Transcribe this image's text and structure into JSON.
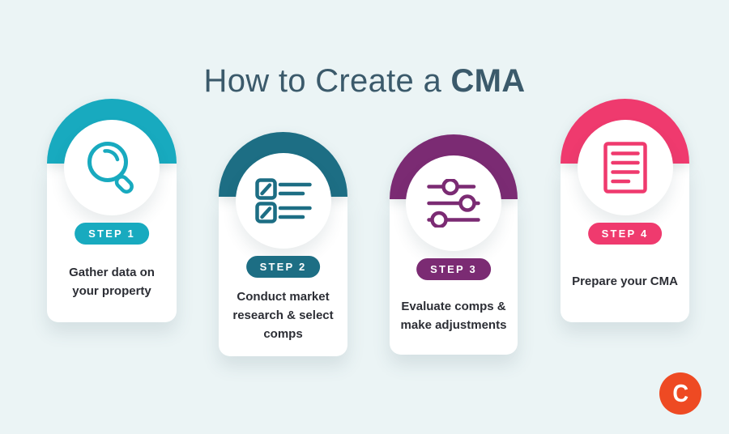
{
  "title": {
    "prefix": "How to Create a ",
    "highlight": "CMA"
  },
  "steps": [
    {
      "badge": "STEP 1",
      "description": "Gather data on your property",
      "color": "#18aabf",
      "icon": "search-icon"
    },
    {
      "badge": "STEP 2",
      "description": "Conduct market research & select comps",
      "color": "#1d6e84",
      "icon": "checklist-icon"
    },
    {
      "badge": "STEP 3",
      "description": "Evaluate comps & make adjustments",
      "color": "#7b2b73",
      "icon": "sliders-icon"
    },
    {
      "badge": "STEP 4",
      "description": "Prepare your CMA",
      "color": "#ef3a6e",
      "icon": "document-icon"
    }
  ],
  "logo": {
    "letter": "C",
    "background": "#ee4a23"
  },
  "colors": {
    "page_background": "#ebf4f5",
    "title_text": "#3b5a6b",
    "description_text": "#2c2e35",
    "card_background": "#ffffff",
    "badge_text": "#ffffff"
  }
}
